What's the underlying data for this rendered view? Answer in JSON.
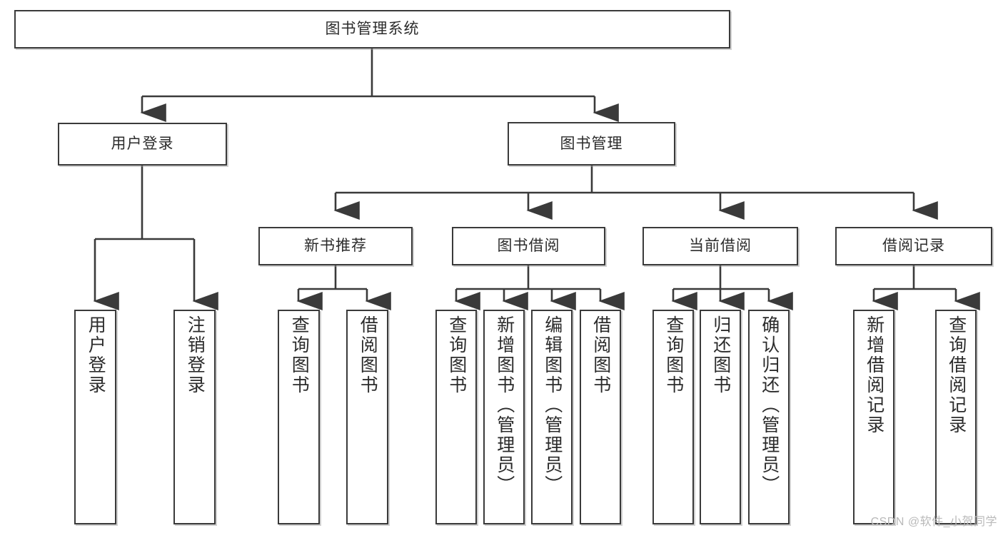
{
  "diagram": {
    "title": "图书管理系统",
    "type": "tree-hierarchy",
    "watermark": "CSDN @软件_小贺同学",
    "colors": {
      "box_border": "#3a3a3a",
      "box_fill": "#ffffff",
      "line": "#3a3a3a",
      "text": "#2b2b2b",
      "watermark": "#b9b9b9"
    },
    "levels": {
      "level1": {
        "label": "图书管理系统"
      },
      "level2": [
        {
          "label": "用户登录"
        },
        {
          "label": "图书管理"
        }
      ],
      "level3": [
        {
          "label": "新书推荐"
        },
        {
          "label": "图书借阅"
        },
        {
          "label": "当前借阅"
        },
        {
          "label": "借阅记录"
        }
      ],
      "leaves": {
        "user_login": [
          {
            "label": "用户登录"
          },
          {
            "label": "注销登录"
          }
        ],
        "new_book_recommend": [
          {
            "label": "查询图书"
          },
          {
            "label": "借阅图书"
          }
        ],
        "book_borrow": [
          {
            "label": "查询图书"
          },
          {
            "label": "新增图书（管理员）"
          },
          {
            "label": "编辑图书（管理员）"
          },
          {
            "label": "借阅图书"
          }
        ],
        "current_borrow": [
          {
            "label": "查询图书"
          },
          {
            "label": "归还图书"
          },
          {
            "label": "确认归还（管理员）"
          }
        ],
        "borrow_records": [
          {
            "label": "新增借阅记录"
          },
          {
            "label": "查询借阅记录"
          }
        ]
      }
    }
  }
}
